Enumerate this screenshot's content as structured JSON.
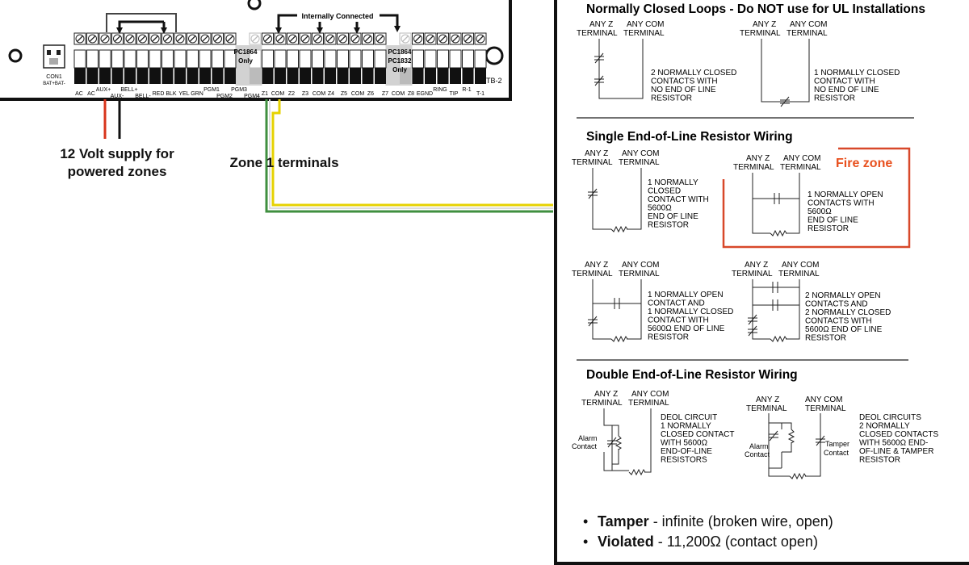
{
  "panel": {
    "internally_connected": "Internally Connected",
    "con1": "CON1",
    "con1_sub": "BAT+BAT-",
    "tb2": "TB-2",
    "pc1864_only_a": [
      "PC1864",
      "Only"
    ],
    "pc1864_pc1832_only": [
      "PC1864",
      "PC1832",
      "Only"
    ],
    "labels_top_row": [
      "AC",
      "AC",
      "AUX+",
      "AUX-",
      "BELL+",
      "BELL-",
      "RED",
      "BLK",
      "YEL",
      "GRN",
      "PGM1",
      "PGM2",
      "PGM3",
      "PGM4",
      "Z1",
      "COM",
      "Z2",
      "Z3",
      "COM",
      "Z4",
      "Z5",
      "COM",
      "Z6",
      "Z7",
      "COM",
      "Z8",
      "EGND",
      "RING",
      "TIP",
      "R-1",
      "T-1"
    ]
  },
  "callouts": {
    "supply": [
      "12 Volt supply for",
      "powered zones"
    ],
    "zone1": "Zone 1 terminals",
    "fire_zone": "Fire zone"
  },
  "wiring": {
    "nc_title": "Normally Closed Loops - Do NOT use for UL Installations",
    "seol_title": "Single End-of-Line Resistor Wiring",
    "deol_title": "Double End-of-Line Resistor Wiring",
    "any_z": "ANY Z",
    "any_com": "ANY COM",
    "terminal": "TERMINAL",
    "alarm_contact": [
      "Alarm",
      "Contact"
    ],
    "tamper_contact": [
      "Tamper",
      "Contact"
    ],
    "nc_desc_1": [
      "2 NORMALLY CLOSED",
      "CONTACTS WITH",
      "NO END OF LINE",
      "RESISTOR"
    ],
    "nc_desc_2": [
      "1 NORMALLY CLOSED",
      "CONTACT WITH",
      "NO END OF LINE",
      "RESISTOR"
    ],
    "seol_desc_1": [
      "1 NORMALLY",
      "CLOSED",
      "CONTACT WITH",
      "5600Ω",
      "END OF LINE",
      "RESISTOR"
    ],
    "seol_desc_2": [
      "1 NORMALLY OPEN",
      "CONTACTS WITH",
      "5600Ω",
      "END OF LINE",
      "RESISTOR"
    ],
    "seol_desc_3": [
      "1 NORMALLY OPEN",
      "CONTACT AND",
      "1 NORMALLY CLOSED",
      "CONTACT WITH",
      "5600Ω END OF LINE",
      "RESISTOR"
    ],
    "seol_desc_4": [
      "2 NORMALLY OPEN",
      "CONTACTS AND",
      "2 NORMALLY CLOSED",
      "CONTACTS WITH",
      "5600Ω END OF LINE",
      "RESISTOR"
    ],
    "deol_desc_1": [
      "DEOL CIRCUIT",
      "1 NORMALLY",
      "CLOSED CONTACT",
      "WITH 5600Ω",
      "END-OF-LINE",
      "RESISTORS"
    ],
    "deol_desc_2": [
      "DEOL CIRCUITS",
      "2 NORMALLY",
      "CLOSED CONTACTS",
      "WITH 5600Ω  END-",
      "OF-LINE & TAMPER",
      "RESISTOR"
    ]
  },
  "bullets": [
    {
      "term": "Tamper",
      "text": " - infinite (broken wire, open)"
    },
    {
      "term": "Violated",
      "text": " - 11,200Ω (contact open)"
    }
  ],
  "colors": {
    "red_wire": "#d8341b",
    "green_wire": "#3f8f3f",
    "yellow_wire": "#e6d200",
    "fire_box": "#d8482a"
  }
}
